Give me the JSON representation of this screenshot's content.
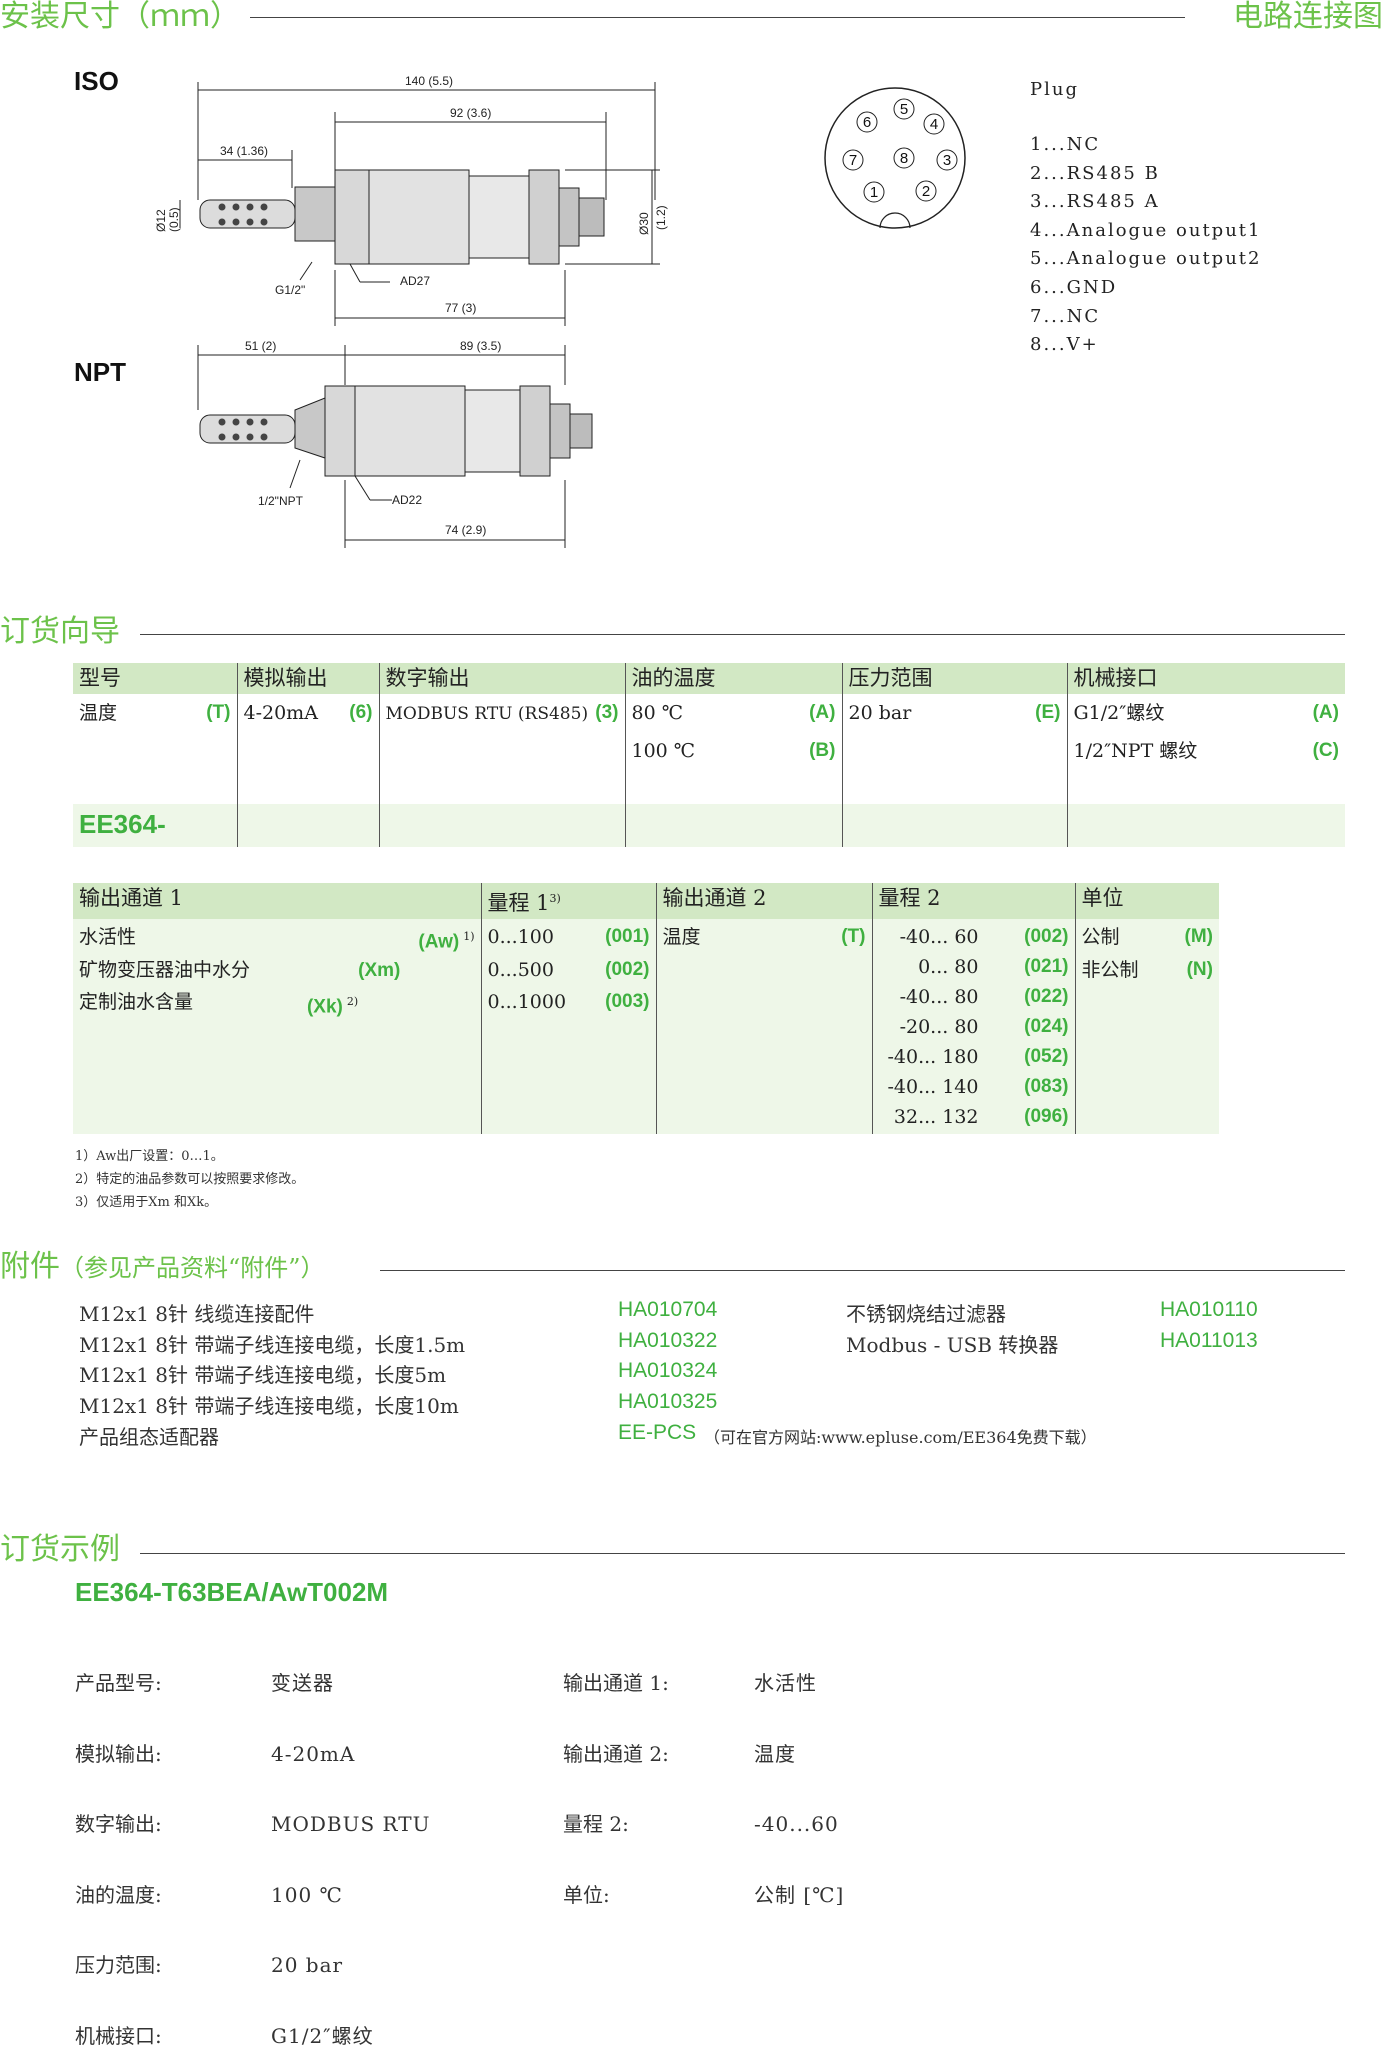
{
  "sections": {
    "dims_title": "安装尺寸（ｍｍ）",
    "circuit_title": "电路连接图",
    "order_guide_title": "订货向导",
    "accessories_title": "附件",
    "accessories_sub": "（参见产品资料“附件”）",
    "order_example_title": "订货示例"
  },
  "drawing": {
    "iso_label": "ISO",
    "npt_label": "NPT",
    "iso_dims": {
      "total": "140 (5.5)",
      "body": "92 (3.6)",
      "probe": "34 (1.36)",
      "diam_probe_a": "Ø12",
      "diam_probe_b": "(0.5)",
      "diam_body_a": "Ø30",
      "diam_body_b": "(1.2)",
      "thread": "G1/2\"",
      "nut": "AD27",
      "len": "77 (3)"
    },
    "npt_dims": {
      "probe": "51 (2)",
      "body": "89 (3.5)",
      "thread": "1/2\"NPT",
      "nut": "AD22",
      "len": "74 (2.9)"
    }
  },
  "plug": {
    "title": "Plug",
    "pins": [
      "1...NC",
      "2...RS485 B",
      "3...RS485 A",
      "4...Analogue output1",
      "5...Analogue output2",
      "6...GND",
      "7...NC",
      "8...V+"
    ],
    "numbers": [
      "1",
      "2",
      "3",
      "4",
      "5",
      "6",
      "7",
      "8"
    ]
  },
  "order_table1": {
    "headers": [
      "型号",
      "模拟输出",
      "数字输出",
      "油的温度",
      "压力范围",
      "机械接口"
    ],
    "row1": {
      "model": "温度",
      "model_code": "(T)",
      "analog": "4-20mA",
      "analog_code": "(6)",
      "digital": "MODBUS RTU (RS485)",
      "digital_code": "(3)",
      "temp": "80 ℃",
      "temp_code": "(A)",
      "pressure": "20 bar",
      "pressure_code": "(E)",
      "mech": "G1/2″螺纹",
      "mech_code": "(A)"
    },
    "row2": {
      "temp": "100 ℃",
      "temp_code": "(B)",
      "mech": "1/2″NPT 螺纹",
      "mech_code": "(C)"
    },
    "prefix": "EE364-"
  },
  "order_table2": {
    "headers": [
      "输出通道 1",
      "量程 1",
      "3)",
      "输出通道 2",
      "量程 2",
      "单位"
    ],
    "out1": [
      {
        "label": "水活性",
        "code": "(Aw)",
        "sup": "1)",
        "range": "0...100",
        "rcode": "(001)"
      },
      {
        "label": "矿物变压器油中水分",
        "code": "(Xm)",
        "sup": "",
        "range": "0...500",
        "rcode": "(002)"
      },
      {
        "label": "定制油水含量",
        "code": "(Xk)",
        "sup": "2)",
        "range": "0...1000",
        "rcode": "(003)"
      }
    ],
    "out2": {
      "label": "温度",
      "code": "(T)"
    },
    "range2": [
      {
        "r": "-40... 60",
        "c": "(002)"
      },
      {
        "r": "0... 80",
        "c": "(021)"
      },
      {
        "r": "-40... 80",
        "c": "(022)"
      },
      {
        "r": "-20... 80",
        "c": "(024)"
      },
      {
        "r": "-40... 180",
        "c": "(052)"
      },
      {
        "r": "-40... 140",
        "c": "(083)"
      },
      {
        "r": "32... 132",
        "c": "(096)"
      }
    ],
    "units": [
      {
        "u": "公制",
        "c": "(M)"
      },
      {
        "u": "非公制",
        "c": "(N)"
      }
    ]
  },
  "notes": [
    "1）Aw出厂设置：0…1。",
    "2）特定的油品参数可以按照要求修改。",
    "3）仅适用于Xm 和Xk。"
  ],
  "accessories": {
    "left": [
      {
        "name": "M12x1 8针 线缆连接配件",
        "code": "HA010704"
      },
      {
        "name": "M12x1 8针 带端子线连接电缆，长度1.5m",
        "code": "HA010322"
      },
      {
        "name": "M12x1 8针 带端子线连接电缆，长度5m",
        "code": "HA010324"
      },
      {
        "name": "M12x1 8针 带端子线连接电缆，长度10m",
        "code": "HA010325"
      },
      {
        "name": "产品组态适配器",
        "code": "EE-PCS",
        "extra": "（可在官方网站:www.epluse.com/EE364免费下载）"
      }
    ],
    "right": [
      {
        "name": "不锈钢烧结过滤器",
        "code": "HA010110"
      },
      {
        "name": "Modbus - USB 转换器",
        "code": "HA011013"
      }
    ]
  },
  "example": {
    "code": "EE364-T63BEA/AwT002M",
    "left_labels": [
      "产品型号:",
      "模拟输出:",
      "数字输出:",
      "油的温度:",
      "压力范围:",
      "机械接口:"
    ],
    "left_values": [
      "变送器",
      "4-20mA",
      "MODBUS RTU",
      "100 ℃",
      "20 bar",
      "G1/2″螺纹"
    ],
    "right_labels": [
      "输出通道 1:",
      "输出通道 2:",
      "量程 2:",
      "单位:"
    ],
    "right_values": [
      "水活性",
      "温度",
      "-40...60",
      "公制 [℃]"
    ]
  },
  "colors": {
    "accent": "#6cc24a",
    "code_green": "#3fb040",
    "header_bg": "#d2e8c4",
    "row_bg": "#eef7e8"
  }
}
